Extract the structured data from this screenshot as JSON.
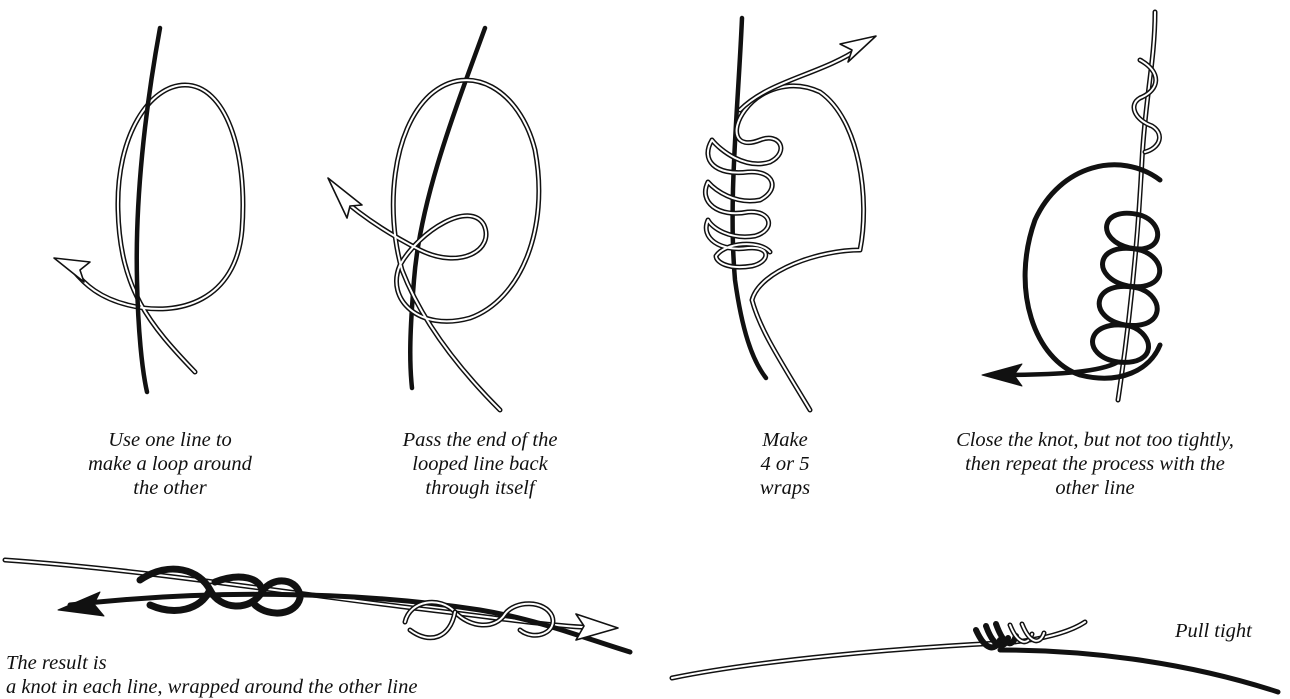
{
  "colors": {
    "background": "#ffffff",
    "ink": "#111111",
    "light_line_fill": "#ffffff"
  },
  "captions": {
    "step1": "Use one line to\nmake a loop around\nthe other",
    "step2": "Pass the end of the\nlooped line back\nthrough itself",
    "step3": "Make\n4 or 5\nwraps",
    "step4": "Close the knot, but not too tightly,\nthen repeat the process with the\nother line",
    "step5": "The result is\na knot in each line, wrapped around the other line",
    "step6": "Pull tight"
  },
  "icons": [
    "arrowhead-icon"
  ]
}
